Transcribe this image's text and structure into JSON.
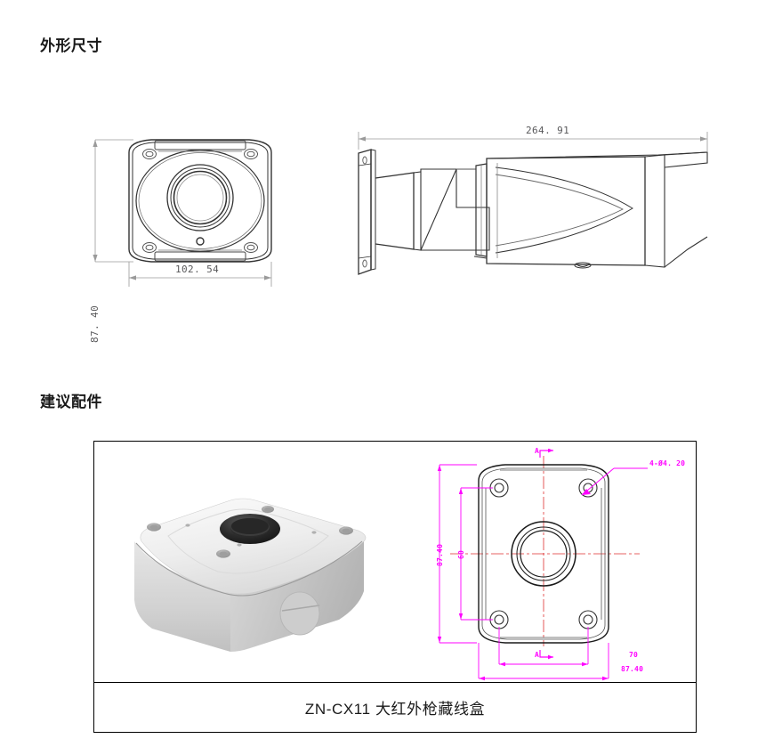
{
  "document": {
    "sections": [
      {
        "id": "dimensions",
        "heading": "外形尺寸"
      },
      {
        "id": "accessories",
        "heading": "建议配件"
      }
    ]
  },
  "dimensions_drawing": {
    "front_view": {
      "name": "camera-front-view",
      "height_label": "87. 40",
      "width_label": "102. 54"
    },
    "side_view": {
      "name": "camera-side-view",
      "length_label": "264. 91"
    },
    "units": "mm",
    "line_color": "#333333",
    "dim_color": "#58585a"
  },
  "accessory": {
    "caption": "ZN-CX11 大红外枪藏线盒",
    "photo_alt": "junction-box-photo",
    "drawing": {
      "name": "junction-box-top-view",
      "hole_callout": "4-Ø4. 20",
      "section_mark_top": "A",
      "section_mark_bottom": "A",
      "dim_left_outer": "87.40",
      "dim_left_inner": "60",
      "dim_bottom_inner": "70",
      "dim_bottom_outer": "87.40",
      "dim_color": "#ff00ff",
      "centerline_color": "#e03030"
    }
  }
}
